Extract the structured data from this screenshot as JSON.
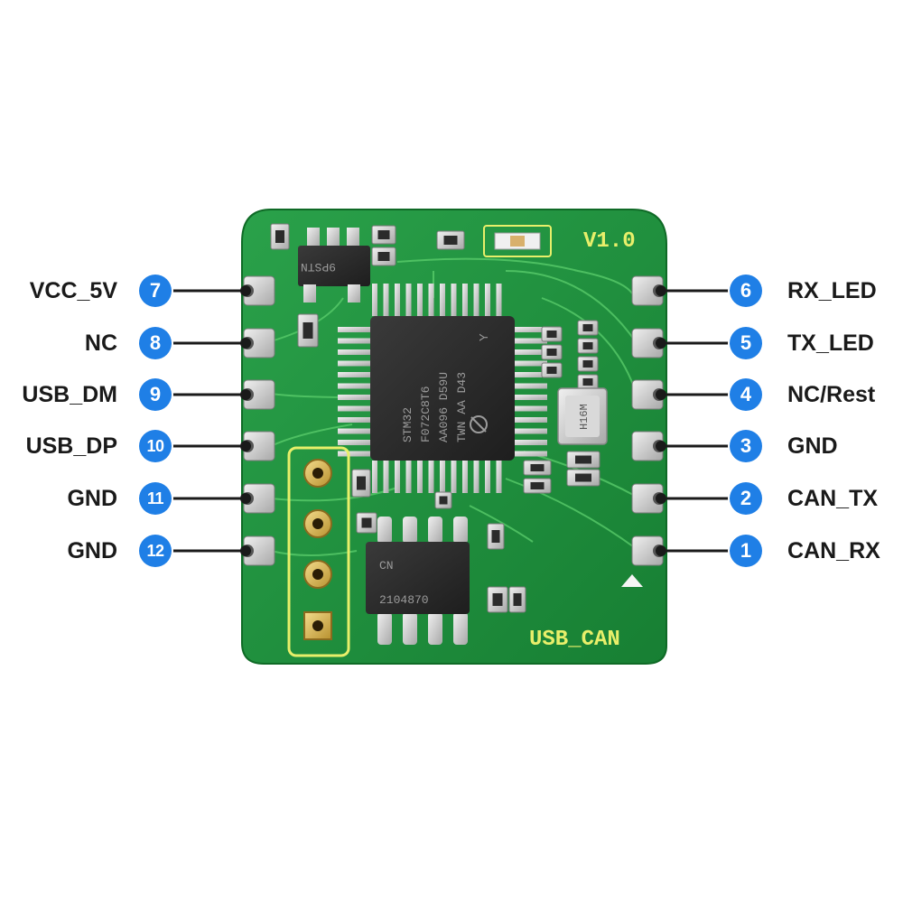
{
  "board": {
    "version": "V1.0",
    "name": "USB_CAN",
    "mcu_lines": [
      "STM32",
      "F072C8T6",
      "AA096 D59U",
      "TWN AA D43"
    ],
    "mcu_corner_mark": "Y",
    "opamp_marking": "9PSTN",
    "crystal_marking": "H16M",
    "transceiver_lines": [
      "CN",
      "2104870"
    ],
    "colors": {
      "pcb": "#1f8f3a",
      "pcb_dark": "#137a2c",
      "silk": "#e8ef6a",
      "chip": "#2b2b2b",
      "pad": "#cfcfcf",
      "badge": "#1f7fe6"
    }
  },
  "left_pins": [
    {
      "number": "7",
      "label": "VCC_5V"
    },
    {
      "number": "8",
      "label": "NC"
    },
    {
      "number": "9",
      "label": "USB_DM"
    },
    {
      "number": "10",
      "label": "USB_DP"
    },
    {
      "number": "11",
      "label": "GND"
    },
    {
      "number": "12",
      "label": "GND"
    }
  ],
  "right_pins": [
    {
      "number": "6",
      "label": "RX_LED"
    },
    {
      "number": "5",
      "label": "TX_LED"
    },
    {
      "number": "4",
      "label": "NC/Rest"
    },
    {
      "number": "3",
      "label": "GND"
    },
    {
      "number": "2",
      "label": "CAN_TX"
    },
    {
      "number": "1",
      "label": "CAN_RX"
    }
  ]
}
